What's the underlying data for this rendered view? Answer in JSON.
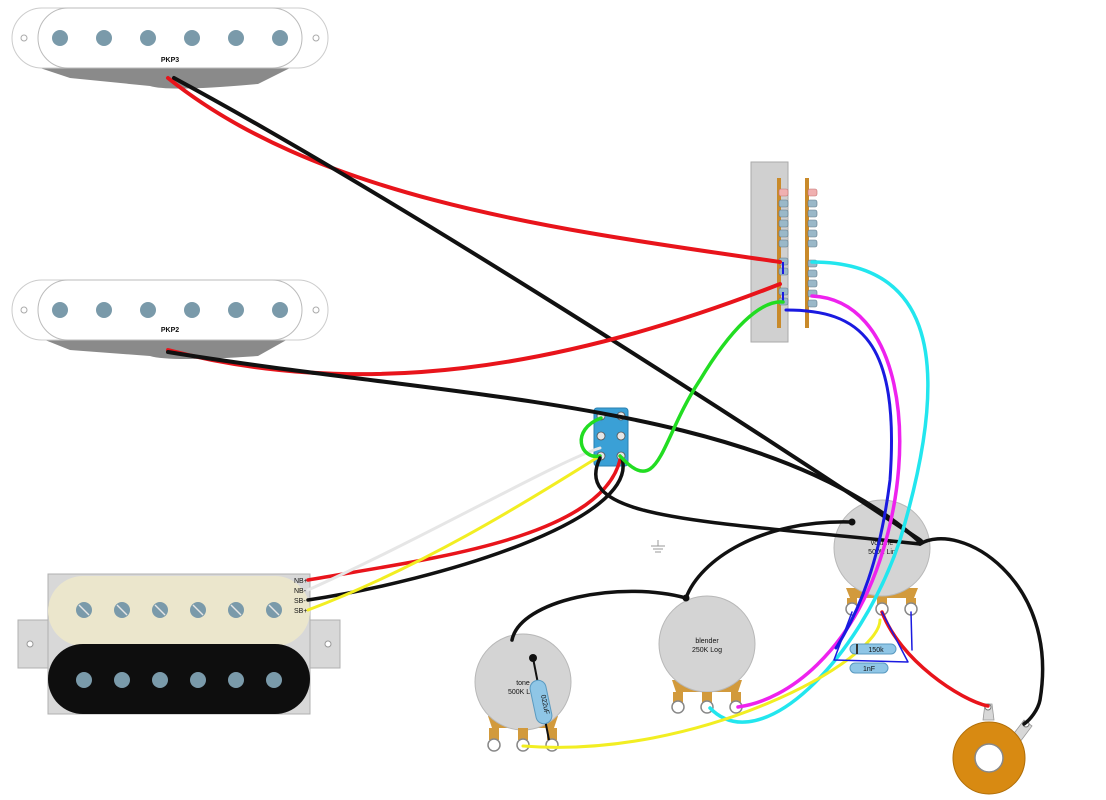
{
  "pickups": {
    "pkp3": {
      "label": "PKP3"
    },
    "pkp2": {
      "label": "PKP2"
    },
    "humbucker": {
      "terminals": [
        "NB+",
        "NB-",
        "SB-",
        "SB+"
      ]
    }
  },
  "pots": {
    "volume": {
      "name": "volume",
      "value": "500K Lin"
    },
    "blender": {
      "name": "blender",
      "value": "250K Log"
    },
    "tone": {
      "name": "tone",
      "value": "500K Log",
      "cap_label": "022uF"
    }
  },
  "components": {
    "resistor_label": "150k",
    "capacitor_label": "1nF"
  },
  "colors": {
    "wire_red": "#e8141b",
    "wire_black": "#111111",
    "wire_green": "#22dd22",
    "wire_cyan": "#22e6ee",
    "wire_magenta": "#ee22ee",
    "wire_blue": "#1a1ae0",
    "wire_yellow": "#f2ee22",
    "wire_white": "#e6e6e6",
    "pot_body": "#d4d4d4",
    "pot_base": "#d29a3c",
    "switch_blue": "#3aa0d6",
    "jack_ring": "#d88a12",
    "humbucker_cream": "#ebe6cc",
    "pole_piece": "#7a9aaa"
  }
}
